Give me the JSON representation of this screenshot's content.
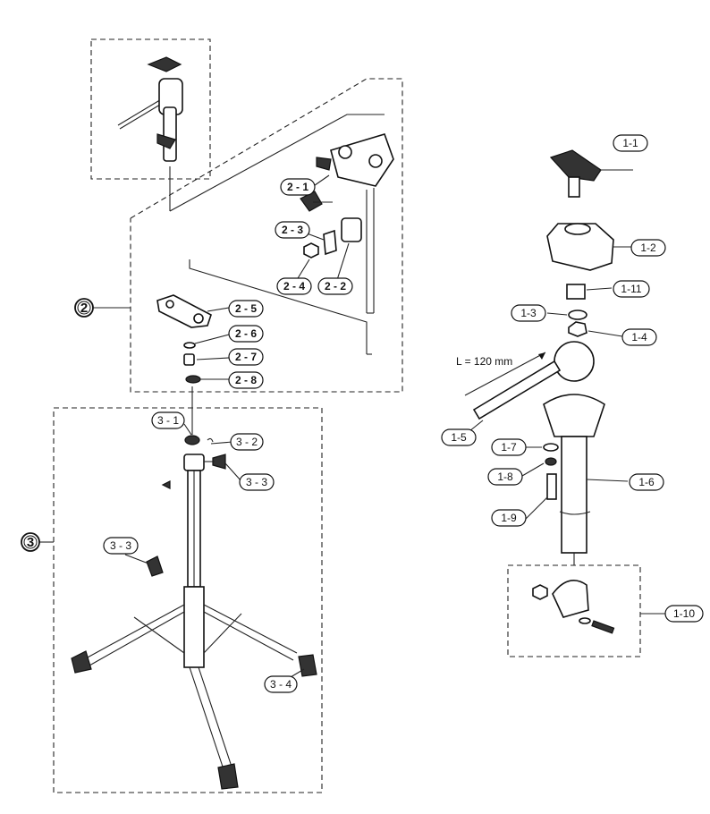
{
  "callouts": {
    "c1_1": "1-1",
    "c1_2": "1-2",
    "c1_3": "1-3",
    "c1_4": "1-4",
    "c1_5": "1-5",
    "c1_6": "1-6",
    "c1_7": "1-7",
    "c1_8": "1-8",
    "c1_9": "1-9",
    "c1_10": "1-10",
    "c1_11": "1-11",
    "c2_1": "2 - 1",
    "c2_2": "2 - 2",
    "c2_3": "2 - 3",
    "c2_4": "2 - 4",
    "c2_5": "2 - 5",
    "c2_6": "2 - 6",
    "c2_7": "2 - 7",
    "c2_8": "2 - 8",
    "c3_1": "3 - 1",
    "c3_2": "3 - 2",
    "c3_3a": "3 - 3",
    "c3_3b": "3 - 3",
    "c3_4": "3 - 4"
  },
  "group_markers": {
    "g2": "2",
    "g3": "3"
  },
  "dimension": "L = 120 mm"
}
